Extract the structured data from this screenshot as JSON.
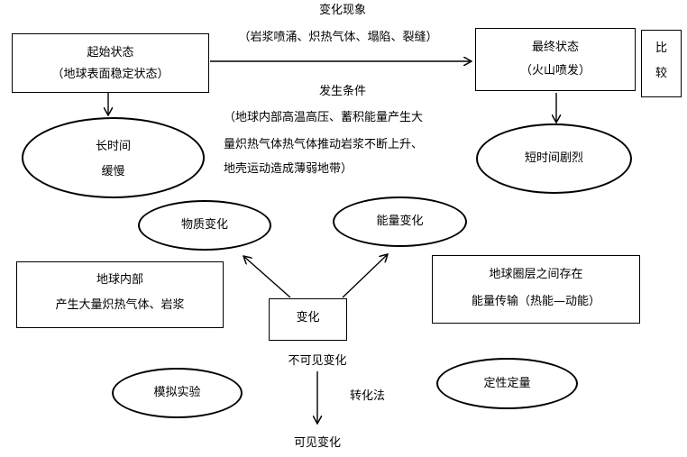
{
  "top": {
    "change_title": "变化现象",
    "change_detail": "（岩浆喷涌、炽热气体、塌陷、裂缝）"
  },
  "start_box": {
    "line1": "起始状态",
    "line2": "（地球表面稳定状态）"
  },
  "end_box": {
    "line1": "最终状态",
    "line2": "（火山喷发）"
  },
  "compare_box": {
    "line1": "比",
    "line2": "较"
  },
  "condition": {
    "title": "发生条件",
    "line1": "（地球内部高温高压、蓄积能量产生大",
    "line2": "量炽热气体热气体推动岩浆不断上升、",
    "line3": "地壳运动造成薄弱地带）"
  },
  "ellipse_slow": {
    "line1": "长时间",
    "line2": "缓慢"
  },
  "ellipse_fast": {
    "label": "短时间剧烈"
  },
  "ellipse_material": {
    "label": "物质变化"
  },
  "ellipse_energy": {
    "label": "能量变化"
  },
  "left_box": {
    "line1": "地球内部",
    "line2": "产生大量炽热气体、岩浆"
  },
  "right_box": {
    "line1": "地球圈层之间存在",
    "line2": "能量传输（热能—动能）"
  },
  "center_box": {
    "label": "变化"
  },
  "invisible_label": "不可见变化",
  "conversion_label": "转化法",
  "visible_label": "可见变化",
  "ellipse_simulation": {
    "label": "模拟实验"
  },
  "ellipse_quant": {
    "label": "定性定量"
  }
}
